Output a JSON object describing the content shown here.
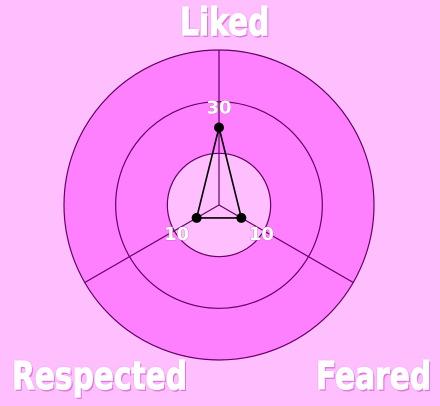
{
  "chart_data": {
    "type": "radar",
    "axes": [
      "Liked",
      "Feared",
      "Respected"
    ],
    "values": [
      30,
      10,
      10
    ],
    "value_labels": [
      "30",
      "10",
      "10"
    ],
    "range": [
      0,
      60
    ],
    "ring_values": [
      20,
      40,
      60
    ],
    "grid": true,
    "colors": {
      "background": "#ffbfff",
      "band": "#ff80ff",
      "inner": "#ffbfff",
      "line": "#660066",
      "marker": "#000000",
      "label_fill": "#ffffff"
    }
  }
}
